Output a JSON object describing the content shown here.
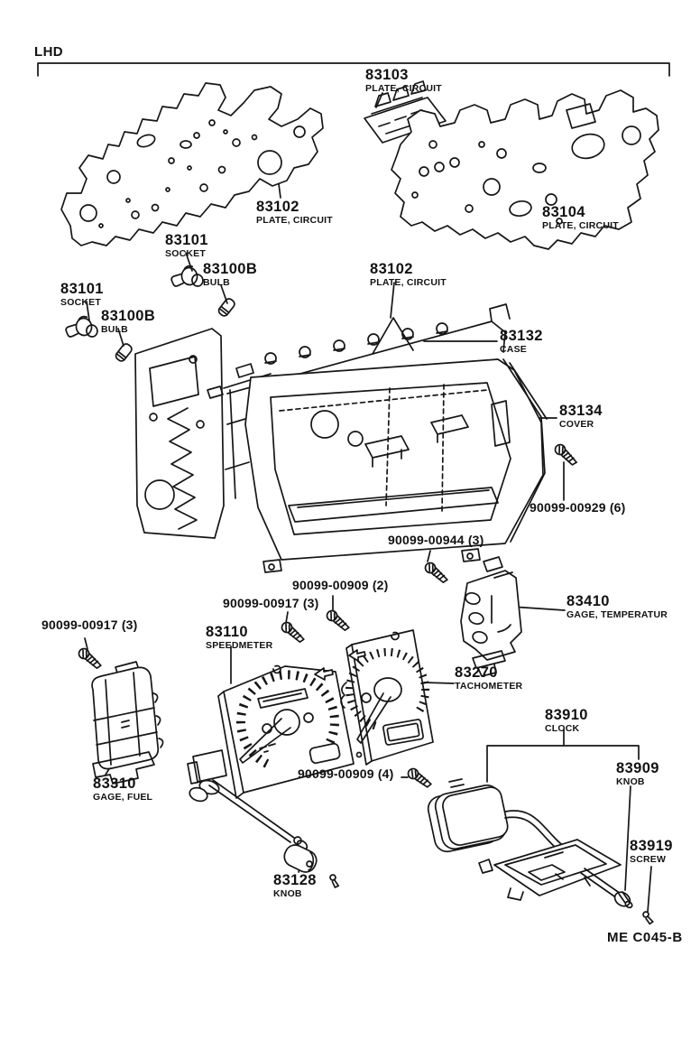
{
  "page": {
    "header_tag": "LHD",
    "footer_code": "ME C045-B",
    "colors": {
      "line": "#161616",
      "background": "#ffffff"
    }
  },
  "labels": {
    "plate_83103": {
      "part": "83103",
      "desc": "PLATE, CIRCUIT"
    },
    "plate_83102_top": {
      "part": "83102",
      "desc": "PLATE, CIRCUIT"
    },
    "plate_83104": {
      "part": "83104",
      "desc": "PLATE, CIRCUIT"
    },
    "socket_83101_upper": {
      "part": "83101",
      "desc": "SOCKET"
    },
    "bulb_83100b_upper": {
      "part": "83100B",
      "desc": "BULB"
    },
    "socket_83101_lower": {
      "part": "83101",
      "desc": "SOCKET"
    },
    "bulb_83100b_lower": {
      "part": "83100B",
      "desc": "BULB"
    },
    "plate_83102_mid": {
      "part": "83102",
      "desc": "PLATE, CIRCUIT"
    },
    "case_83132": {
      "part": "83132",
      "desc": "CASE"
    },
    "cover_83134": {
      "part": "83134",
      "desc": "COVER"
    },
    "screw_00929": {
      "part": "90099-00929 (6)"
    },
    "screw_00944": {
      "part": "90099-00944 (3)"
    },
    "screw_00909_2": {
      "part": "90099-00909 (2)"
    },
    "screw_00917_a": {
      "part": "90099-00917 (3)"
    },
    "gage_temp_83410": {
      "part": "83410",
      "desc": "GAGE, TEMPERATUR"
    },
    "screw_00917_b": {
      "part": "90099-00917 (3)"
    },
    "speedmeter_83110": {
      "part": "83110",
      "desc": "SPEEDMETER"
    },
    "tachometer_83270": {
      "part": "83270",
      "desc": "TACHOMETER"
    },
    "clock_83910": {
      "part": "83910",
      "desc": "CLOCK"
    },
    "gage_fuel_83310": {
      "part": "83310",
      "desc": "GAGE, FUEL"
    },
    "screw_00909_4": {
      "part": "90099-00909 (4)"
    },
    "knob_83909": {
      "part": "83909",
      "desc": "KNOB"
    },
    "knob_83128": {
      "part": "83128",
      "desc": "KNOB"
    },
    "screw_83919": {
      "part": "83919",
      "desc": "SCREW"
    }
  }
}
